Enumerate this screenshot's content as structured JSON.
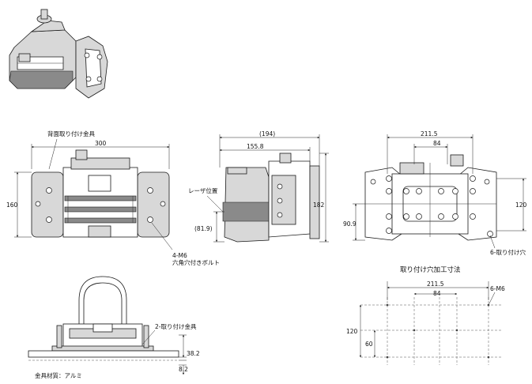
{
  "labels": {
    "back_bracket": "背面取り付け金具",
    "hex_bolt_qty": "4-M6",
    "hex_bolt_name": "六角穴付きボルト",
    "laser_position": "レーザ位置",
    "mount_hole_6": "6-取り付け穴",
    "hole_dims_title": "取り付け穴加工寸法",
    "tapped_6m6": "6-M6",
    "bracket_2": "2-取り付け金具",
    "material": "金具材質：アルミ"
  },
  "front_view": {
    "width": "300",
    "height": "160"
  },
  "side_view": {
    "overall": "(194)",
    "depth": "155.8",
    "height": "182",
    "laser_height": "(81.9)"
  },
  "back_view": {
    "width": "211.5",
    "center": "84",
    "height": "120",
    "offset": "90.9"
  },
  "hole_view": {
    "width": "211.5",
    "center": "84",
    "height": "120",
    "half": "60"
  },
  "bottom_view": {
    "dim1": "38.2",
    "dim2": "8.2"
  }
}
